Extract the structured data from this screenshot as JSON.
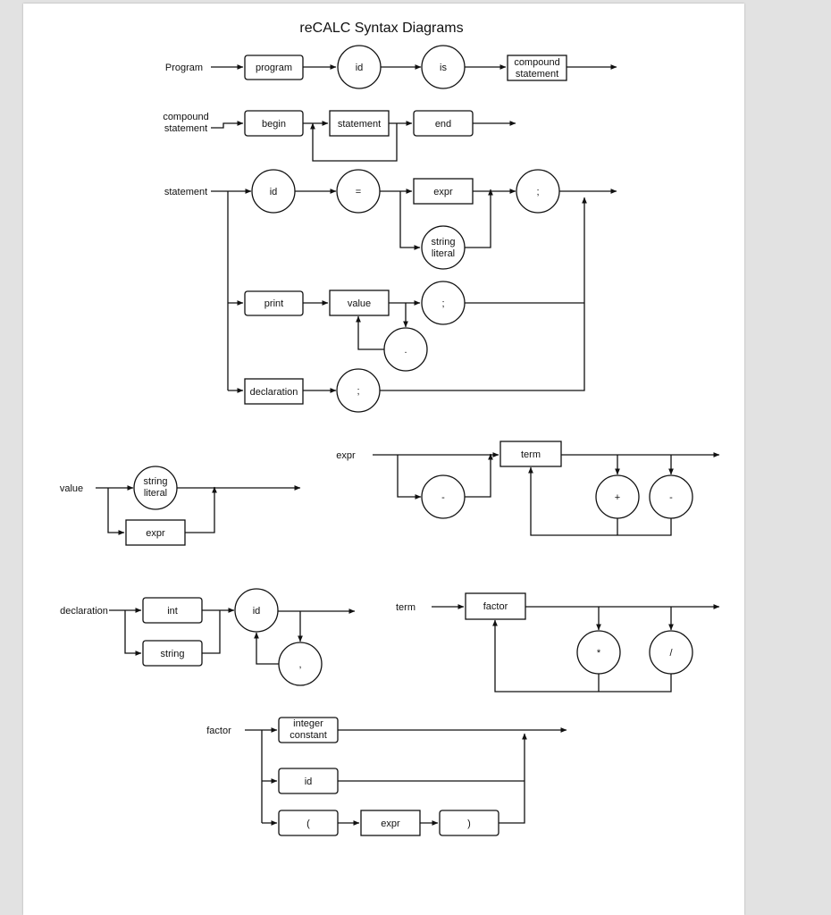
{
  "title": "reCALC Syntax Diagrams",
  "rules": {
    "program": {
      "label": "Program",
      "n_program": "program",
      "n_id": "id",
      "n_is": "is",
      "n_compound": [
        "compound",
        "statement"
      ]
    },
    "compound": {
      "label": [
        "compound",
        "statement"
      ],
      "n_begin": "begin",
      "n_statement": "statement",
      "n_end": "end"
    },
    "statement": {
      "label": "statement",
      "n_id": "id",
      "n_eq": "=",
      "n_expr": "expr",
      "n_string": [
        "string",
        "literal"
      ],
      "n_semi1": ";",
      "n_print": "print",
      "n_value": "value",
      "n_dot": ".",
      "n_semi2": ";",
      "n_declaration": "declaration",
      "n_semi3": ";"
    },
    "value": {
      "label": "value",
      "n_string": [
        "string",
        "literal"
      ],
      "n_expr": "expr"
    },
    "expr": {
      "label": "expr",
      "n_term": "term",
      "n_neg": "-",
      "n_plus": "+",
      "n_minus": "-"
    },
    "declaration": {
      "label": "declaration",
      "n_int": "int",
      "n_string": "string",
      "n_id": "id",
      "n_comma": ","
    },
    "term": {
      "label": "term",
      "n_factor": "factor",
      "n_mul": "*",
      "n_div": "/"
    },
    "factor": {
      "label": "factor",
      "n_intconst": [
        "integer",
        "constant"
      ],
      "n_id": "id",
      "n_lparen": "(",
      "n_expr": "expr",
      "n_rparen": ")"
    }
  }
}
